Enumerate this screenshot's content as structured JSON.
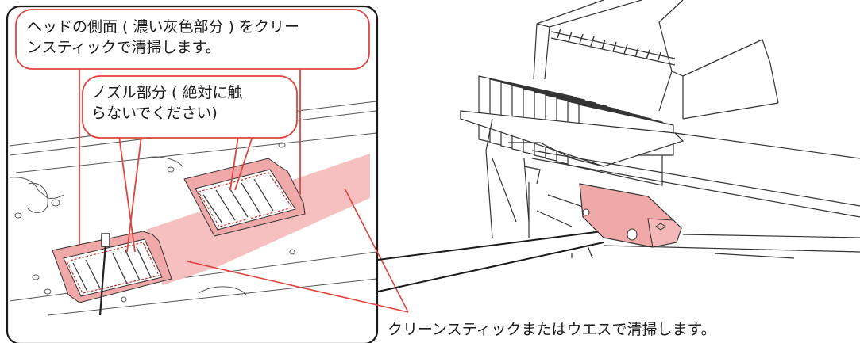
{
  "callouts": {
    "head_side": "ヘッドの側面 ( 濃い灰色部分 ) をクリー\nンスティックで清掃します。",
    "nozzle": "ノズル部分 ( 絶対に触\nらないでください)"
  },
  "caption": "クリーンスティックまたはウエスで清掃します。",
  "colors": {
    "callout_border": "#e0443e",
    "highlight_fill": "#f6c0c0",
    "line": "#1a1a1a"
  }
}
